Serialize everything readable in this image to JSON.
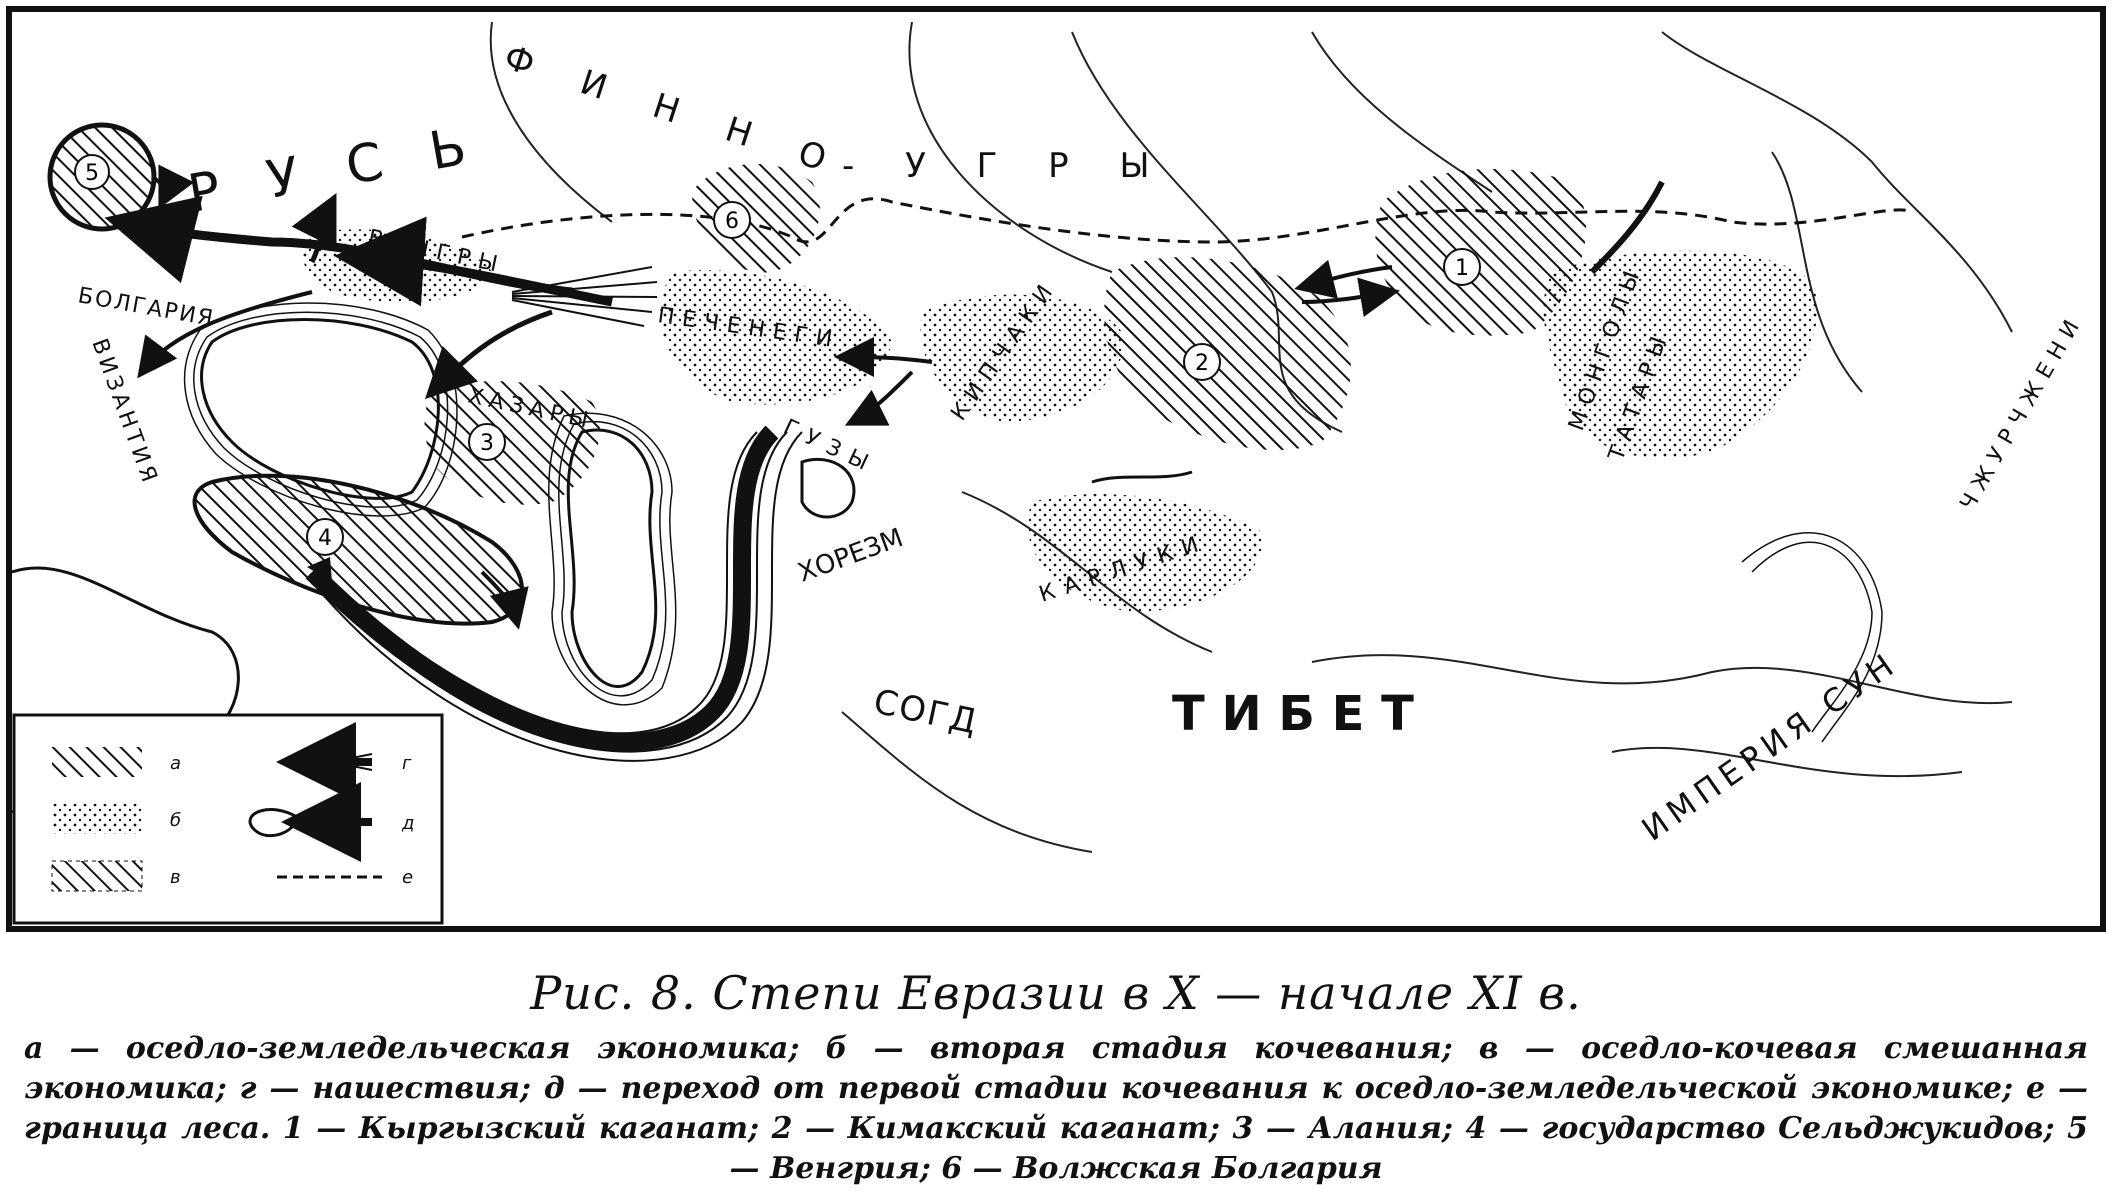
{
  "map": {
    "labels": {
      "rus": "Р У С Ь",
      "finno_ugry_1": "Ф И Н Н О",
      "finno_ugry_2": "- У Г Р Ы",
      "vengry": "ВЕНГРЫ",
      "bolgariya": "БОЛГАРИЯ",
      "vizantiya": "ВИЗАНТИЯ",
      "pechenegi": "ПЕЧЕНЕГИ",
      "hazary": "ХАЗАРЫ",
      "guzy": "ГУЗЫ",
      "horezm": "ХОРЕЗМ",
      "kipchaki": "КИПЧАКИ",
      "karluki": "КАРЛУКИ",
      "sogd": "СОГД",
      "tibet": "Т И Б Е Т",
      "mongoly": "МОНГОЛЫ",
      "tatary": "ТАТАРЫ",
      "chzhurchzheni": "ЧЖУРЧЖЕНИ",
      "imperiya_sun": "ИМПЕРИЯ СУН"
    },
    "numbers": [
      "1",
      "2",
      "3",
      "4",
      "5",
      "6"
    ],
    "legend": {
      "a": "а",
      "b": "б",
      "v": "в",
      "g": "г",
      "d": "д",
      "e": "е"
    }
  },
  "caption": {
    "title": "Рис. 8. Степи Евразии в X — начале XI в.",
    "body": "а — оседло-земледельческая экономика; б — вторая стадия кочевания; в — оседло-кочевая смешанная экономика; г — нашествия; д — переход от первой стадии кочевания к оседло-земледельческой экономике; е — граница леса. 1 — Кыргызский каганат; 2 — Кимакский каганат; 3 — Алания; 4 — государство Сельджукидов; 5 — Венгрия; 6 — Волжская Болгария"
  }
}
